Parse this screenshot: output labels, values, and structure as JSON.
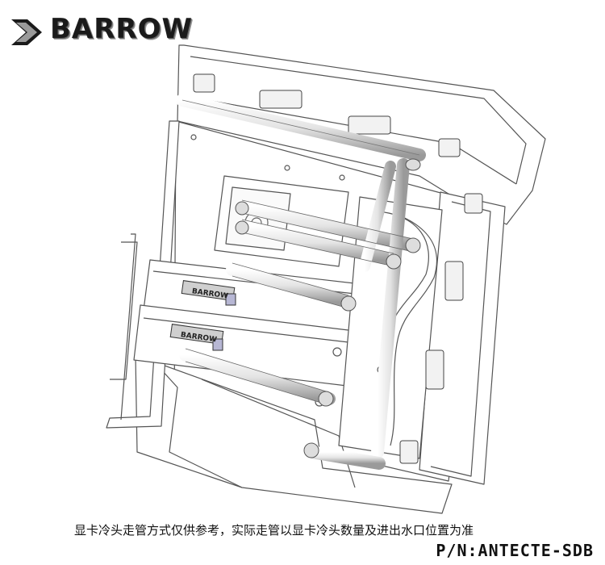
{
  "brand": {
    "name": "BARROW",
    "block_label": "BARROW"
  },
  "caption": "显卡冷头走管方式仅供参考，实际走管以显卡冷头数量及进出水口位置为准",
  "part_number": "P/N:ANTECTE-SDB"
}
